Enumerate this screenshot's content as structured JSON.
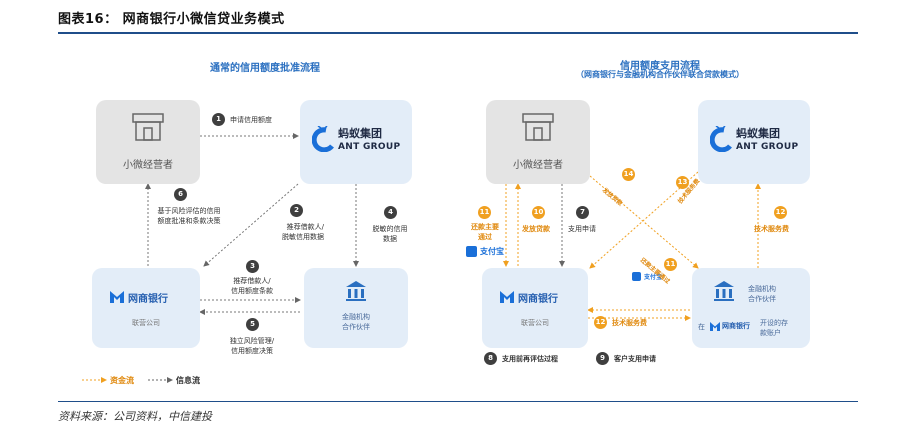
{
  "figure": {
    "title": "图表16：  网商银行小微信贷业务模式",
    "source": "资料来源：公司资料，中信建投"
  },
  "left": {
    "subtitle": "通常的信用额度批准流程",
    "merchant": "小微经营者",
    "ant_cn": "蚂蚁集团",
    "ant_en": "ANT GROUP",
    "bank_name": "网商银行",
    "bank_sub": "联营公司",
    "inst_line1": "金融机构",
    "inst_line2": "合作伙伴",
    "steps": [
      {
        "num": "1",
        "text": "申请信用额度"
      },
      {
        "num": "2",
        "text": "推荐借款人/\n脱敏信用数据"
      },
      {
        "num": "3",
        "text": "推荐借款人/\n信用额度条款"
      },
      {
        "num": "4",
        "text": "脱敏的信用\n数据"
      },
      {
        "num": "5",
        "text": "独立风险管理/\n信用额度决策"
      },
      {
        "num": "6",
        "text": "基于风险评估的信用\n额度批准和条款决策"
      }
    ],
    "legend_money": "资金流",
    "legend_info": "信息流"
  },
  "right": {
    "subtitle_line1": "信用额度支用流程",
    "subtitle_line2": "（网商银行与金融机构合作伙伴联合贷款模式）",
    "merchant": "小微经营者",
    "ant_cn": "蚂蚁集团",
    "ant_en": "ANT GROUP",
    "bank_name": "网商银行",
    "bank_sub": "联营公司",
    "inst_line1": "金融机构",
    "inst_line2": "合作伙伴",
    "inst_note": "在",
    "inst_note_bank": "网商银行",
    "inst_note_tail": "开设的存\n款账户",
    "alipay_label": "支付宝",
    "steps": [
      {
        "num": "7",
        "text": "支用申请",
        "style": "dark"
      },
      {
        "num": "8",
        "text": "支用前再评估过程",
        "style": "dark"
      },
      {
        "num": "9",
        "text": "客户支用申请",
        "style": "dark"
      },
      {
        "num": "10",
        "text": "发放贷款",
        "style": "org"
      },
      {
        "num": "11",
        "text": "还款主要\n通过",
        "style": "org"
      },
      {
        "num": "12",
        "text": "技术服务费",
        "style": "org"
      },
      {
        "num": "13",
        "text": "技术服务费",
        "style": "org"
      },
      {
        "num": "14",
        "text": "发放贷款",
        "style": "org"
      },
      {
        "num": "11",
        "text": "还款主要通过",
        "style": "org"
      },
      {
        "num": "12",
        "text": "技术服务费",
        "style": "org"
      }
    ]
  },
  "colors": {
    "accent_blue": "#2a6fc0",
    "rule_blue": "#1f4e8a",
    "orange": "#f0a020",
    "grey_box": "#e4e4e4",
    "blue_box": "#e3edf8"
  },
  "icons": [
    "store-icon",
    "ant-logo-icon",
    "mybank-logo-icon",
    "bank-building-icon",
    "alipay-icon"
  ]
}
